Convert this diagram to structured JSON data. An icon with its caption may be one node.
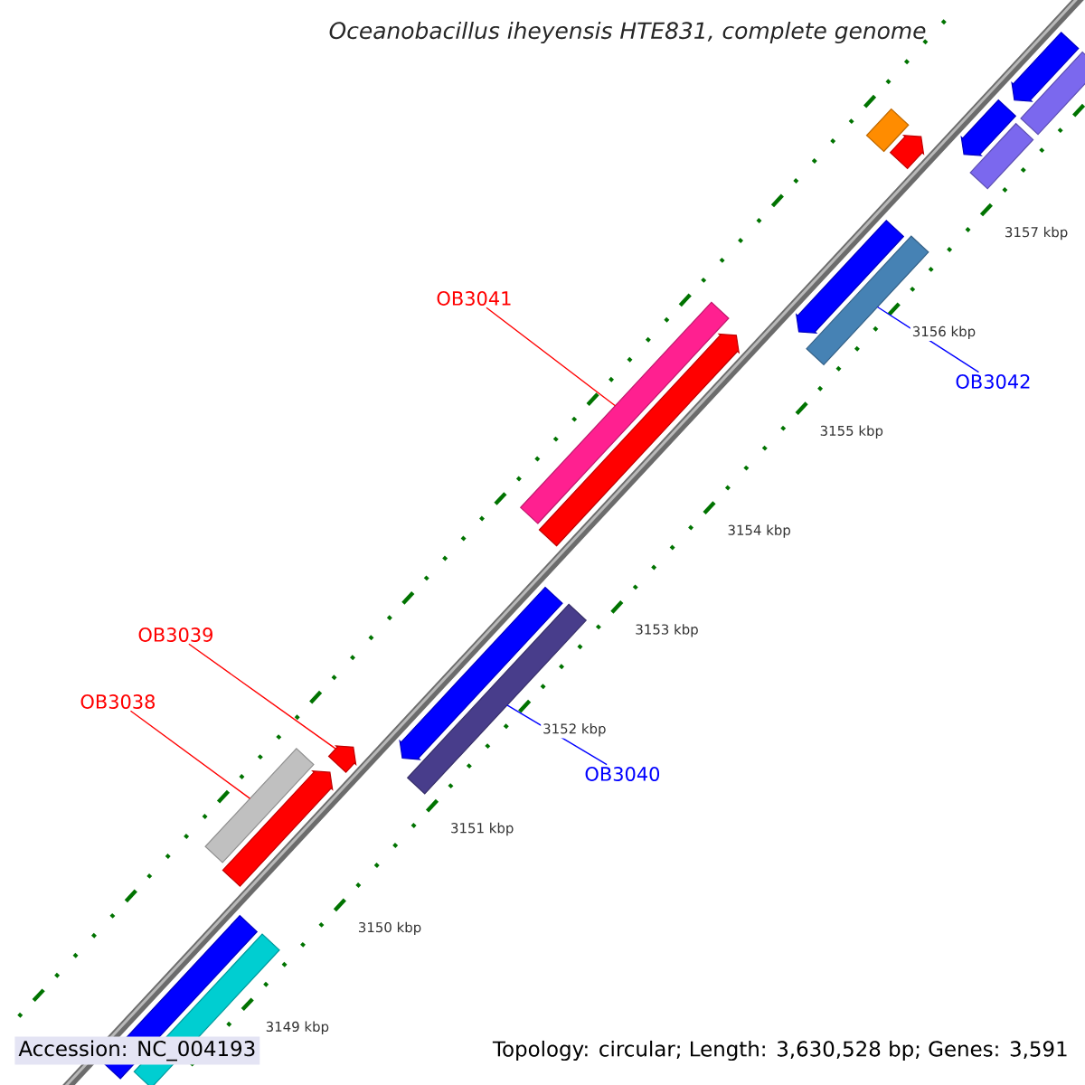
{
  "diagram": {
    "title": "Oceanobacillus iheyensis HTE831, complete genome",
    "nodes": [
      {
        "text": [
          "OB3041"
        ]
      },
      {
        "text": [
          "OB3042"
        ]
      },
      {
        "text": [
          "OB3039"
        ]
      },
      {
        "text": [
          "OB3038"
        ]
      },
      {
        "text": [
          "OB3040"
        ]
      },
      {
        "text": [],
        "shape": "bar"
      },
      {
        "text": [],
        "shape": "bar"
      },
      {
        "text": [],
        "shape": "bar"
      },
      {
        "text": [],
        "shape": "bar"
      },
      {
        "text": [],
        "shape": "bar"
      },
      {
        "text": [],
        "shape": "bar"
      },
      {
        "text": [],
        "shape": "bar"
      },
      {
        "text": [],
        "shape": "bar"
      },
      {
        "text": [],
        "shape": "bar"
      },
      {
        "text": [],
        "shape": "bar"
      },
      {
        "text": [],
        "shape": "bar"
      },
      {
        "text": [],
        "shape": "bar"
      },
      {
        "text": [],
        "shape": "bar"
      },
      {
        "text": [],
        "shape": "bar"
      },
      {
        "text": [],
        "shape": "bar"
      },
      {
        "text": [],
        "shape": "bar"
      },
      {
        "text": [],
        "shape": "bar"
      }
    ],
    "edges": [
      {
        "from": 0,
        "to": 13,
        "arrow": "none"
      },
      {
        "from": 1,
        "to": 12,
        "arrow": "none",
        "color": "#0000ff"
      },
      {
        "from": 2,
        "to": 17,
        "arrow": "none"
      },
      {
        "from": 3,
        "to": 18,
        "arrow": "none"
      },
      {
        "from": 4,
        "to": 16,
        "arrow": "none",
        "color": "#0000ff"
      }
    ],
    "labels": [
      "3157 kbp",
      "3156 kbp",
      "3155 kbp",
      "3154 kbp",
      "3153 kbp",
      "3152 kbp",
      "3151 kbp",
      "3150 kbp",
      "3149 kbp",
      "Accession: NC_004193",
      "Topology: circular; Length: 3,630,528 bp; Genes: 3,591"
    ]
  }
}
